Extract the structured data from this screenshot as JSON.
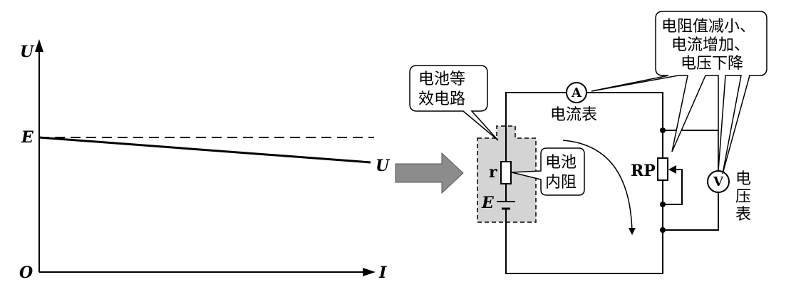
{
  "graph": {
    "y_axis_label": "U",
    "x_axis_label": "I",
    "origin_label": "O",
    "emf_label": "E",
    "line_label": "U"
  },
  "battery_model": {
    "callout_line1": "电池等",
    "callout_line2": "效电路",
    "resistor_label": "r",
    "source_label": "E",
    "internal_line1": "电池",
    "internal_line2": "内阻"
  },
  "circuit": {
    "ammeter_symbol": "A",
    "ammeter_label": "电流表",
    "rheostat_label": "RP",
    "voltmeter_symbol": "V",
    "voltmeter_label": [
      "电",
      "压",
      "表"
    ],
    "effect_line1": "电阻值减小、",
    "effect_line2": "电流增加、",
    "effect_line3": "电压下降"
  },
  "colors": {
    "battery_fill": "#d4d4d4",
    "arrow_fill": "#8c8c8c",
    "line": "#000000"
  }
}
